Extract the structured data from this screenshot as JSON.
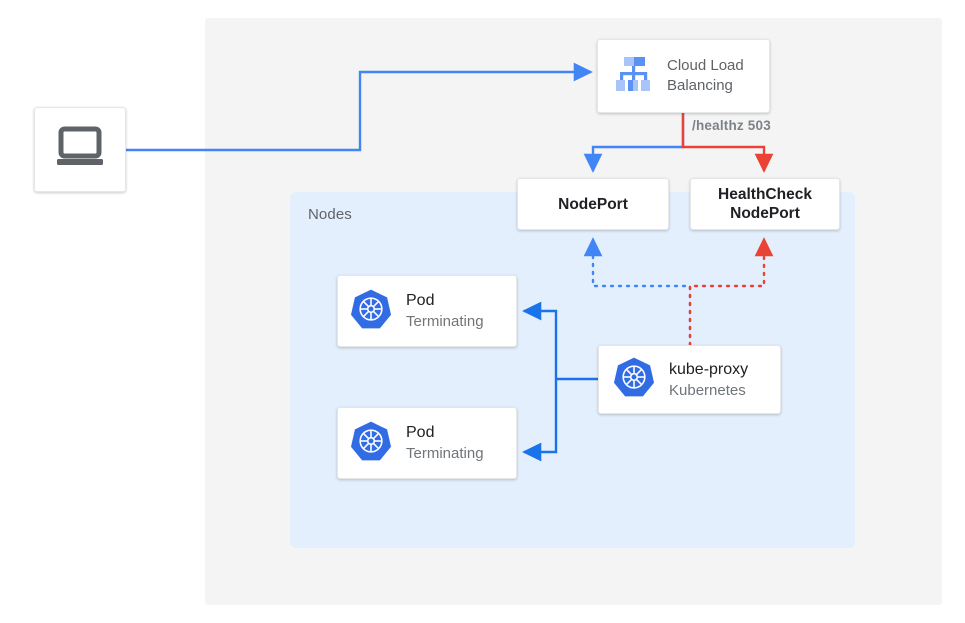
{
  "diagram": {
    "title": "Kubernetes NodePort health check draining diagram",
    "regions": {
      "cloud_panel": {
        "name": "cloud-provider-region"
      },
      "nodes_panel": {
        "label": "Nodes"
      }
    },
    "colors": {
      "blue": "#4285f4",
      "blue_dark": "#1a73e8",
      "red": "#ea4335",
      "panel_gray": "#f4f4f4",
      "nodes_blue": "#e3effc",
      "k8s_blue": "#326ce5",
      "text_primary": "#202124",
      "text_secondary": "#5f6368",
      "text_muted": "#70757a"
    }
  },
  "nodes": {
    "client": {
      "icon": "laptop-icon",
      "label": ""
    },
    "cloud_load_balancing": {
      "icon": "cloud-load-balancing-icon",
      "label_line1": "Cloud Load",
      "label_line2": "Balancing"
    },
    "nodeport": {
      "label": "NodePort"
    },
    "healthcheck_nodeport": {
      "label_line1": "HealthCheck",
      "label_line2": "NodePort"
    },
    "pod_1": {
      "icon": "kubernetes-icon",
      "title": "Pod",
      "status": "Terminating"
    },
    "pod_2": {
      "icon": "kubernetes-icon",
      "title": "Pod",
      "status": "Terminating"
    },
    "kube_proxy": {
      "icon": "kubernetes-icon",
      "title": "kube-proxy",
      "subtitle": "Kubernetes"
    }
  },
  "annotations": {
    "healthz": "/healthz 503"
  },
  "edges": [
    {
      "name": "client-to-load-balancer",
      "from": "client",
      "to": "cloud_load_balancing",
      "style": "solid",
      "color": "#4285f4",
      "arrow": true
    },
    {
      "name": "load-balancer-to-nodeport",
      "from": "cloud_load_balancing",
      "to": "nodeport",
      "style": "solid",
      "color": "#4285f4",
      "arrow": true
    },
    {
      "name": "load-balancer-to-healthcheck-nodeport",
      "from": "cloud_load_balancing",
      "to": "healthcheck_nodeport",
      "style": "solid",
      "color": "#ea4335",
      "arrow": true,
      "label": "/healthz 503"
    },
    {
      "name": "kube-proxy-to-nodeport",
      "from": "kube_proxy",
      "to": "nodeport",
      "style": "dotted",
      "color": "#4285f4",
      "arrow": true
    },
    {
      "name": "kube-proxy-to-healthcheck-nodeport",
      "from": "kube_proxy",
      "to": "healthcheck_nodeport",
      "style": "dotted",
      "color": "#ea4335",
      "arrow": true
    },
    {
      "name": "kube-proxy-to-pod-1",
      "from": "kube_proxy",
      "to": "pod_1",
      "style": "solid",
      "color": "#1a73e8",
      "arrow": true
    },
    {
      "name": "kube-proxy-to-pod-2",
      "from": "kube_proxy",
      "to": "pod_2",
      "style": "solid",
      "color": "#1a73e8",
      "arrow": true
    }
  ]
}
